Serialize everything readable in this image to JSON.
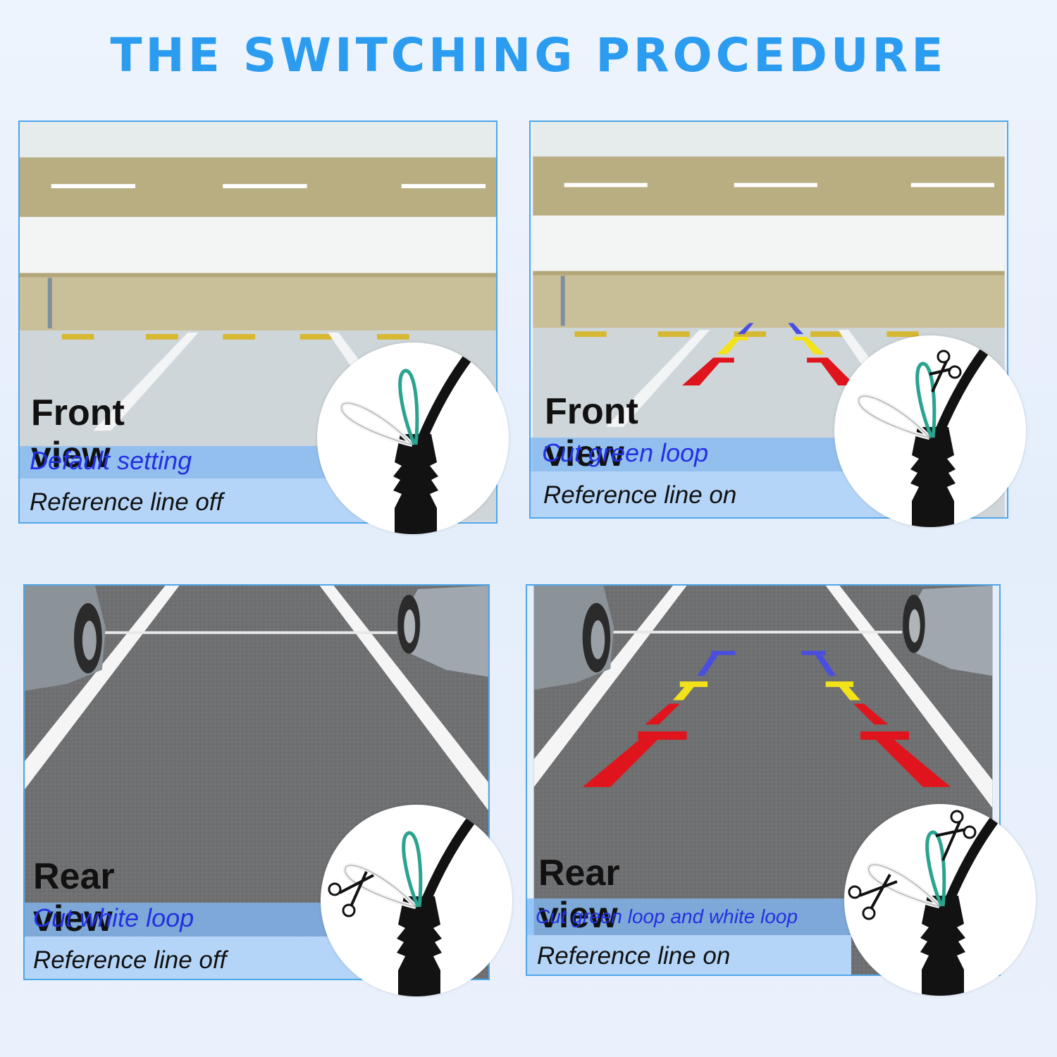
{
  "title": "THE SWITCHING PROCEDURE",
  "panels": [
    {
      "view": "Front view",
      "setting": "Default setting",
      "reference": "Reference line off"
    },
    {
      "view": "Front view",
      "setting": "Cut green loop",
      "reference": "Reference line on"
    },
    {
      "view": "Rear view",
      "setting": "Cut white loop",
      "reference": "Reference line off"
    },
    {
      "view": "Rear view",
      "setting": "Cut green loop and white loop",
      "reference": "Reference line on"
    }
  ],
  "colors": {
    "title": "#2b9cf0",
    "setting_text": "#2430e0",
    "frame_border": "#4ea6ea",
    "guide_red": "#e0141c",
    "guide_yellow": "#f2e21a",
    "guide_blue": "#4a4ee0",
    "wire_green": "#2aa38f",
    "wire_white": "#f2f2f2"
  },
  "icons": [
    "scissors-icon",
    "connector-cable-icon"
  ]
}
